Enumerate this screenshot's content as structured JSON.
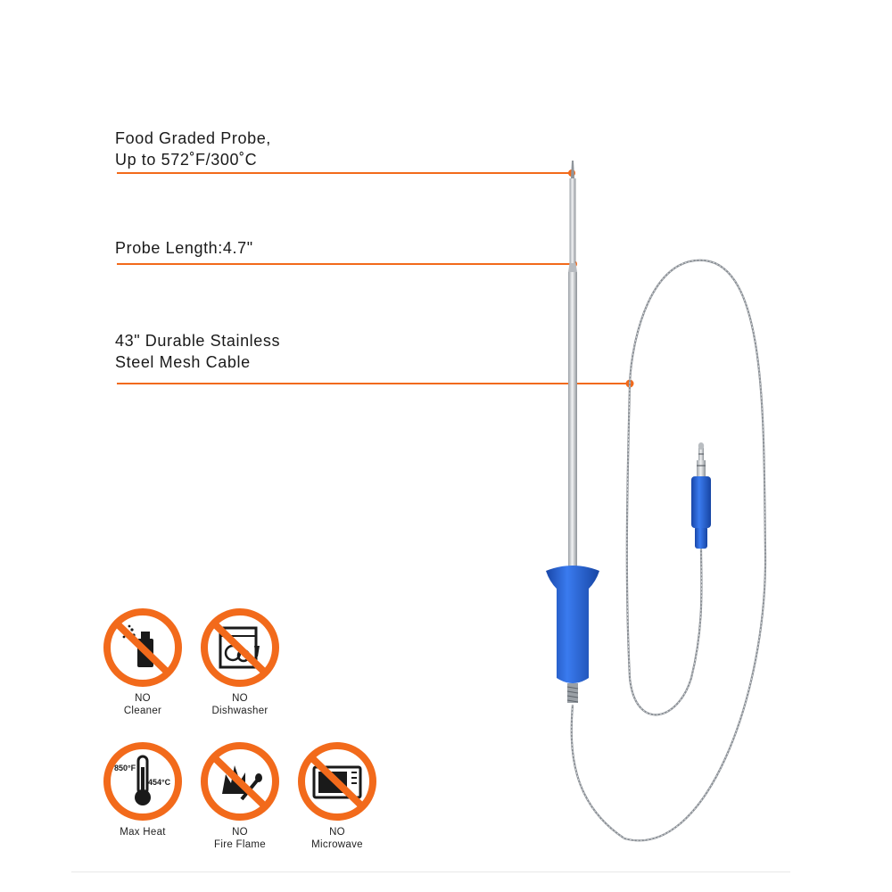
{
  "callouts": [
    {
      "text": "Food Graded Probe,\nUp to 572˚F/300˚C"
    },
    {
      "text": "Probe Length:4.7\""
    },
    {
      "text": "43\" Durable Stainless\nSteel Mesh Cable"
    }
  ],
  "warnings": [
    {
      "label": "NO\nCleaner",
      "icon": "no-cleaner-icon"
    },
    {
      "label": "NO\nDishwasher",
      "icon": "no-dishwasher-icon"
    },
    {
      "label": "Max Heat",
      "icon": "max-heat-icon",
      "temps": [
        "850°F",
        "454°C"
      ]
    },
    {
      "label": "NO\nFire Flame",
      "icon": "no-fire-flame-icon"
    },
    {
      "label": "NO\nMicrowave",
      "icon": "no-microwave-icon"
    }
  ],
  "colors": {
    "accent": "#f26a1b",
    "handle_blue": "#1f5fd6",
    "steel": "#c9ccd0",
    "icon_dark": "#1a1a1a"
  }
}
